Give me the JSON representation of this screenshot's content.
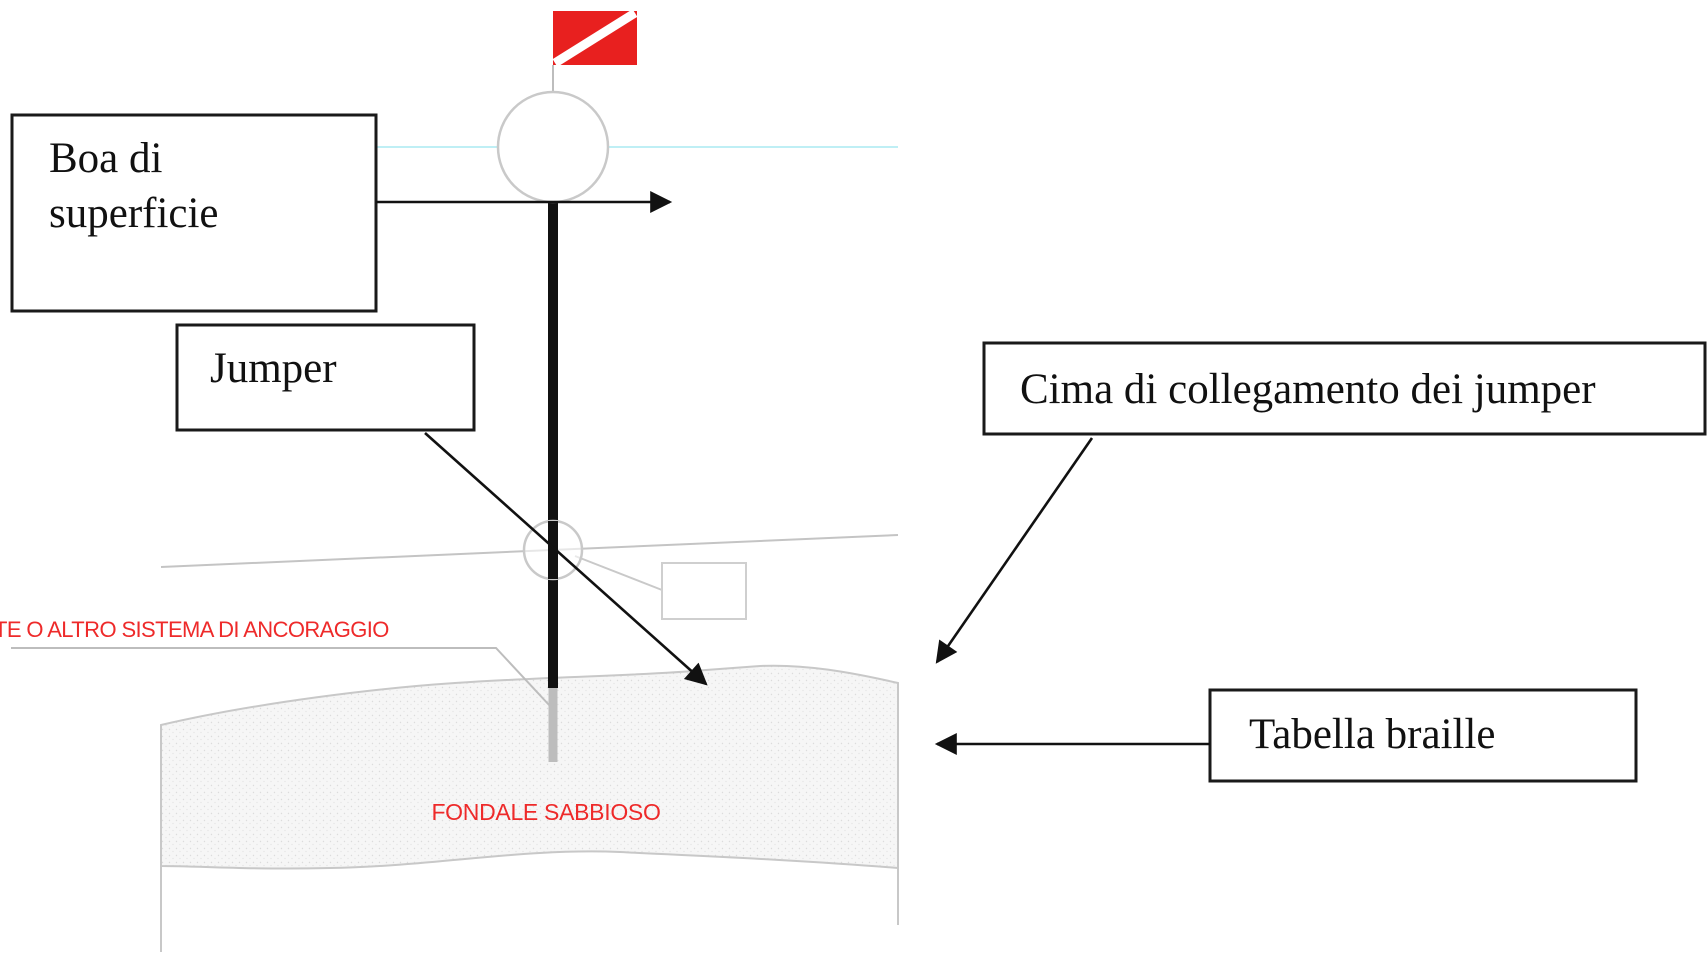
{
  "labels": {
    "buoy_line1": "Boa di",
    "buoy_line2": "superficie",
    "jumper": "Jumper",
    "connecting_line": "Cima di collegamento dei jumper",
    "braille_sign": "Tabella braille"
  },
  "drawing": {
    "anchor_text": "TE O ALTRO SISTEMA DI ANCORAGGIO",
    "seabed_text": "FONDALE SABBIOSO"
  },
  "colors": {
    "flag_red": "#e8201f",
    "annotation_red": "#ee2a2a",
    "water_line": "#bfeff5",
    "seabed_outline": "#c8c8c8",
    "seabed_fill": "#f6f6f6"
  }
}
